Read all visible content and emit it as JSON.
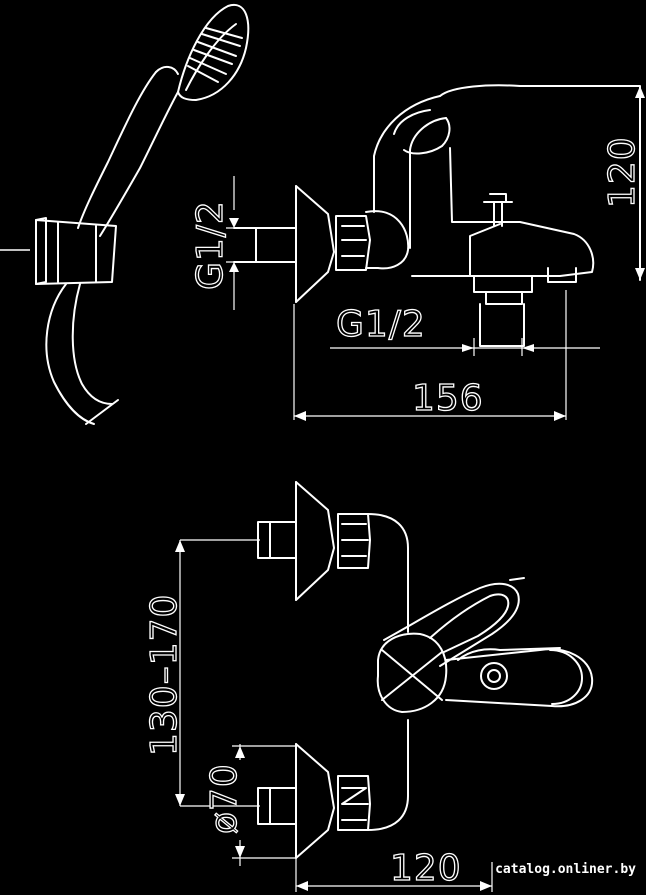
{
  "dimensions": {
    "top_thread_vertical": "G1/2",
    "top_thread_horizontal": "G1/2",
    "height": "120",
    "length": "156",
    "center_distance": "130–170",
    "flange_diameter": "ø70",
    "projection": "120"
  },
  "watermark": "catalog.onliner.by"
}
